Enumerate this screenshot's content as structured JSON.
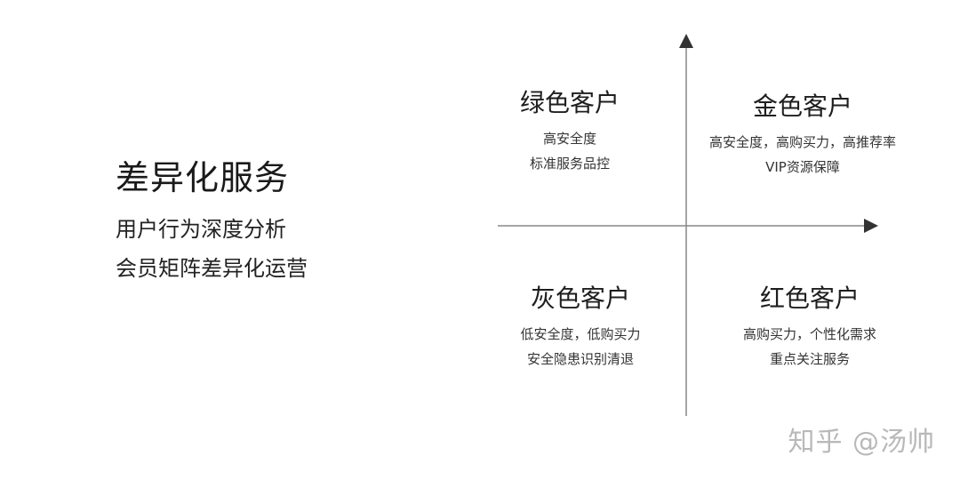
{
  "left": {
    "title": "差异化服务",
    "lines": [
      "用户行为深度分析",
      "会员矩阵差异化运营"
    ]
  },
  "quadrants": {
    "top_left": {
      "title": "绿色客户",
      "lines": [
        "高安全度",
        "标准服务品控"
      ]
    },
    "top_right": {
      "title": "金色客户",
      "lines": [
        "高安全度，高购买力，高推荐率",
        "VIP资源保障"
      ]
    },
    "bottom_left": {
      "title": "灰色客户",
      "lines": [
        "低安全度，低购买力",
        "安全隐患识别清退"
      ]
    },
    "bottom_right": {
      "title": "红色客户",
      "lines": [
        "高购买力，个性化需求",
        "重点关注服务"
      ]
    }
  },
  "watermark": "知乎 @汤帅",
  "colors": {
    "axis": "#888888",
    "arrow": "#333333"
  }
}
